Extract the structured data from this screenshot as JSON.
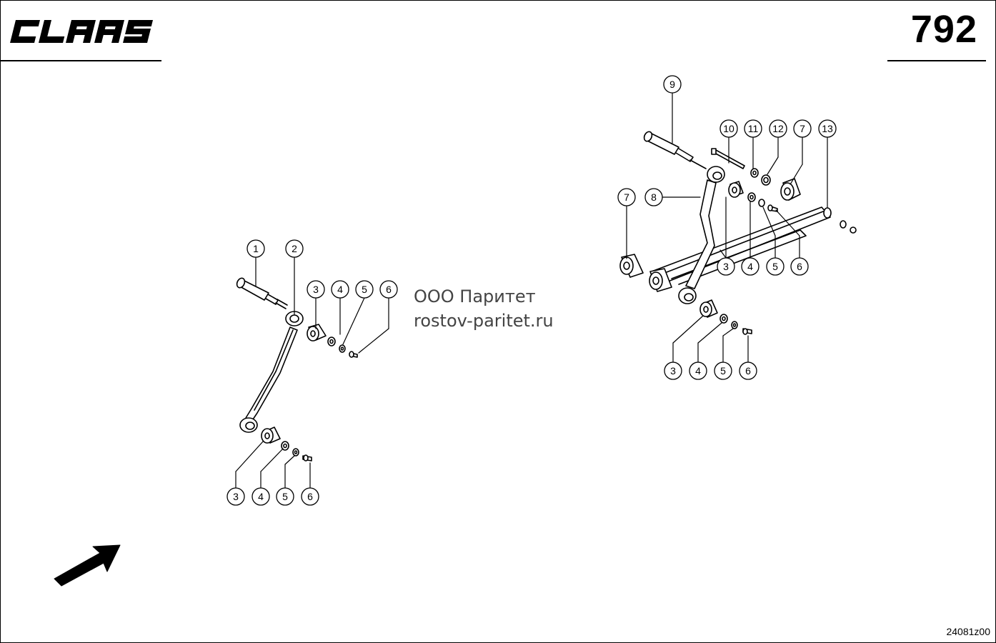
{
  "header": {
    "brand": "CLAAS",
    "page_number": "792"
  },
  "watermark": {
    "line1": "ООО Паритет",
    "line2": "rostov-paritet.ru"
  },
  "drawing_code": "24081z00",
  "callouts": [
    "1",
    "2",
    "3",
    "4",
    "5",
    "6",
    "3",
    "4",
    "5",
    "6",
    "9",
    "10",
    "11",
    "12",
    "7",
    "13",
    "7",
    "8",
    "3",
    "4",
    "5",
    "6",
    "3",
    "4",
    "5",
    "6"
  ],
  "icons": {
    "direction": "arrow-up-right-icon"
  }
}
